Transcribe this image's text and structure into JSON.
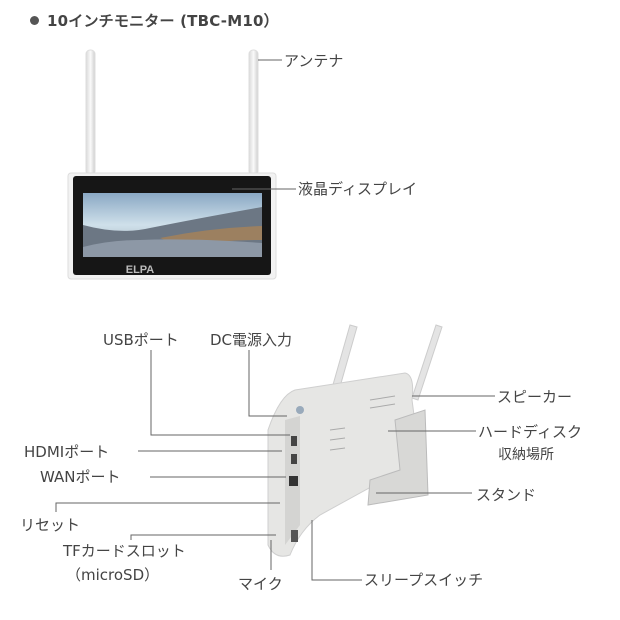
{
  "title": "10インチモニター (TBC-M10）",
  "brand_logo": "ELPA",
  "front_labels": {
    "antenna": "アンテナ",
    "display": "液晶ディスプレイ"
  },
  "back_labels": {
    "usb_port": "USBポート",
    "dc_input": "DC電源入力",
    "hdmi_port": "HDMIポート",
    "wan_port": "WANポート",
    "reset": "リセット",
    "tf_slot": "TFカードスロット",
    "tf_slot_sub": "（microSD）",
    "mic": "マイク",
    "sleep_switch": "スリープスイッチ",
    "speaker": "スピーカー",
    "hdd_line1": "ハードディスク",
    "hdd_line2": "収納場所",
    "stand": "スタンド"
  },
  "colors": {
    "text": "#444444",
    "bezel": "#1a1a1a",
    "line": "#666666"
  }
}
